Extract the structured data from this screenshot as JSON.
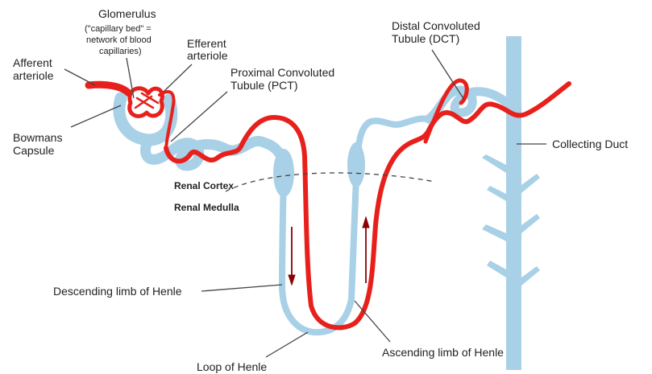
{
  "colors": {
    "tubule": "#a8d0e6",
    "blood": "#e8201c",
    "leader": "#444444",
    "arrow": "#8b0000",
    "boundary": "#444444",
    "text": "#222222"
  },
  "labels": {
    "glomerulus_title": "Glomerulus",
    "glomerulus_note_1": "(\"capillary bed\" =",
    "glomerulus_note_2": "network of blood",
    "glomerulus_note_3": "capillaries)",
    "efferent_1": "Efferent",
    "efferent_2": "arteriole",
    "afferent_1": "Afferent",
    "afferent_2": "arteriole",
    "pct_1": "Proximal Convoluted",
    "pct_2": "Tubule (PCT)",
    "dct_1": "Distal Convoluted",
    "dct_2": "Tubule (DCT)",
    "bowmans_1": "Bowmans",
    "bowmans_2": "Capsule",
    "collecting": "Collecting Duct",
    "renal_cortex": "Renal Cortex",
    "renal_medulla": "Renal Medulla",
    "descending": "Descending limb of Henle",
    "ascending": "Ascending limb of Henle",
    "loop": "Loop of Henle"
  }
}
